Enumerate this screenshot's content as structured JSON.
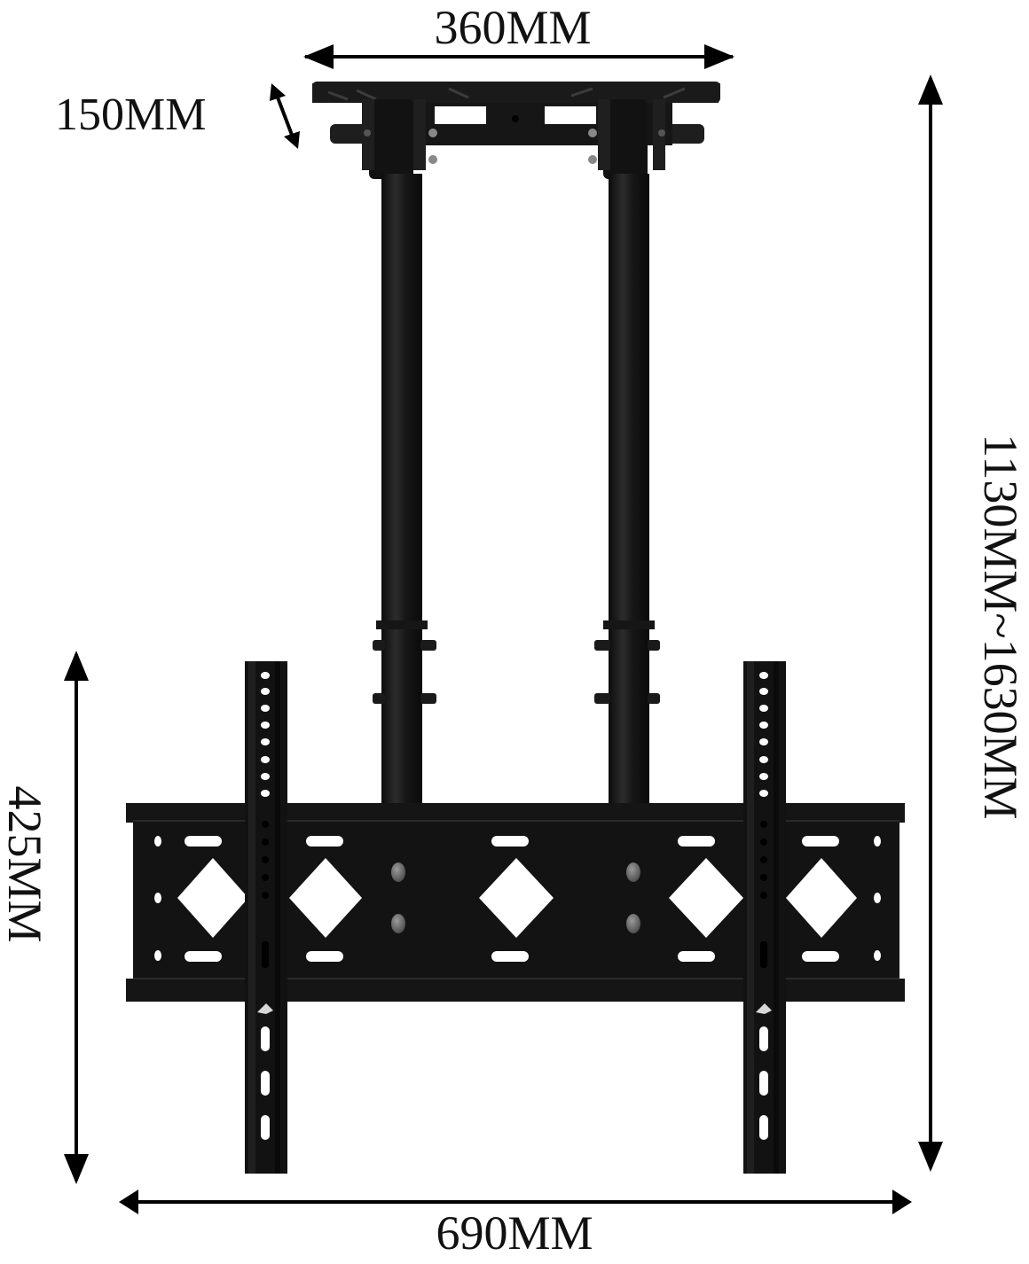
{
  "diagram": {
    "subject": "Ceiling TV mount",
    "colors": {
      "background": "#ffffff",
      "metal": "#141414",
      "metal_highlight": "#2a2a2a",
      "bolt": "#6e6e6e",
      "arrow": "#000000",
      "text": "#111111"
    },
    "dimensions": {
      "ceiling_plate_width": "360MM",
      "ceiling_plate_depth": "150MM",
      "total_height_range": "1130MM~1630MM",
      "bracket_height": "425MM",
      "bracket_width": "690MM"
    }
  }
}
